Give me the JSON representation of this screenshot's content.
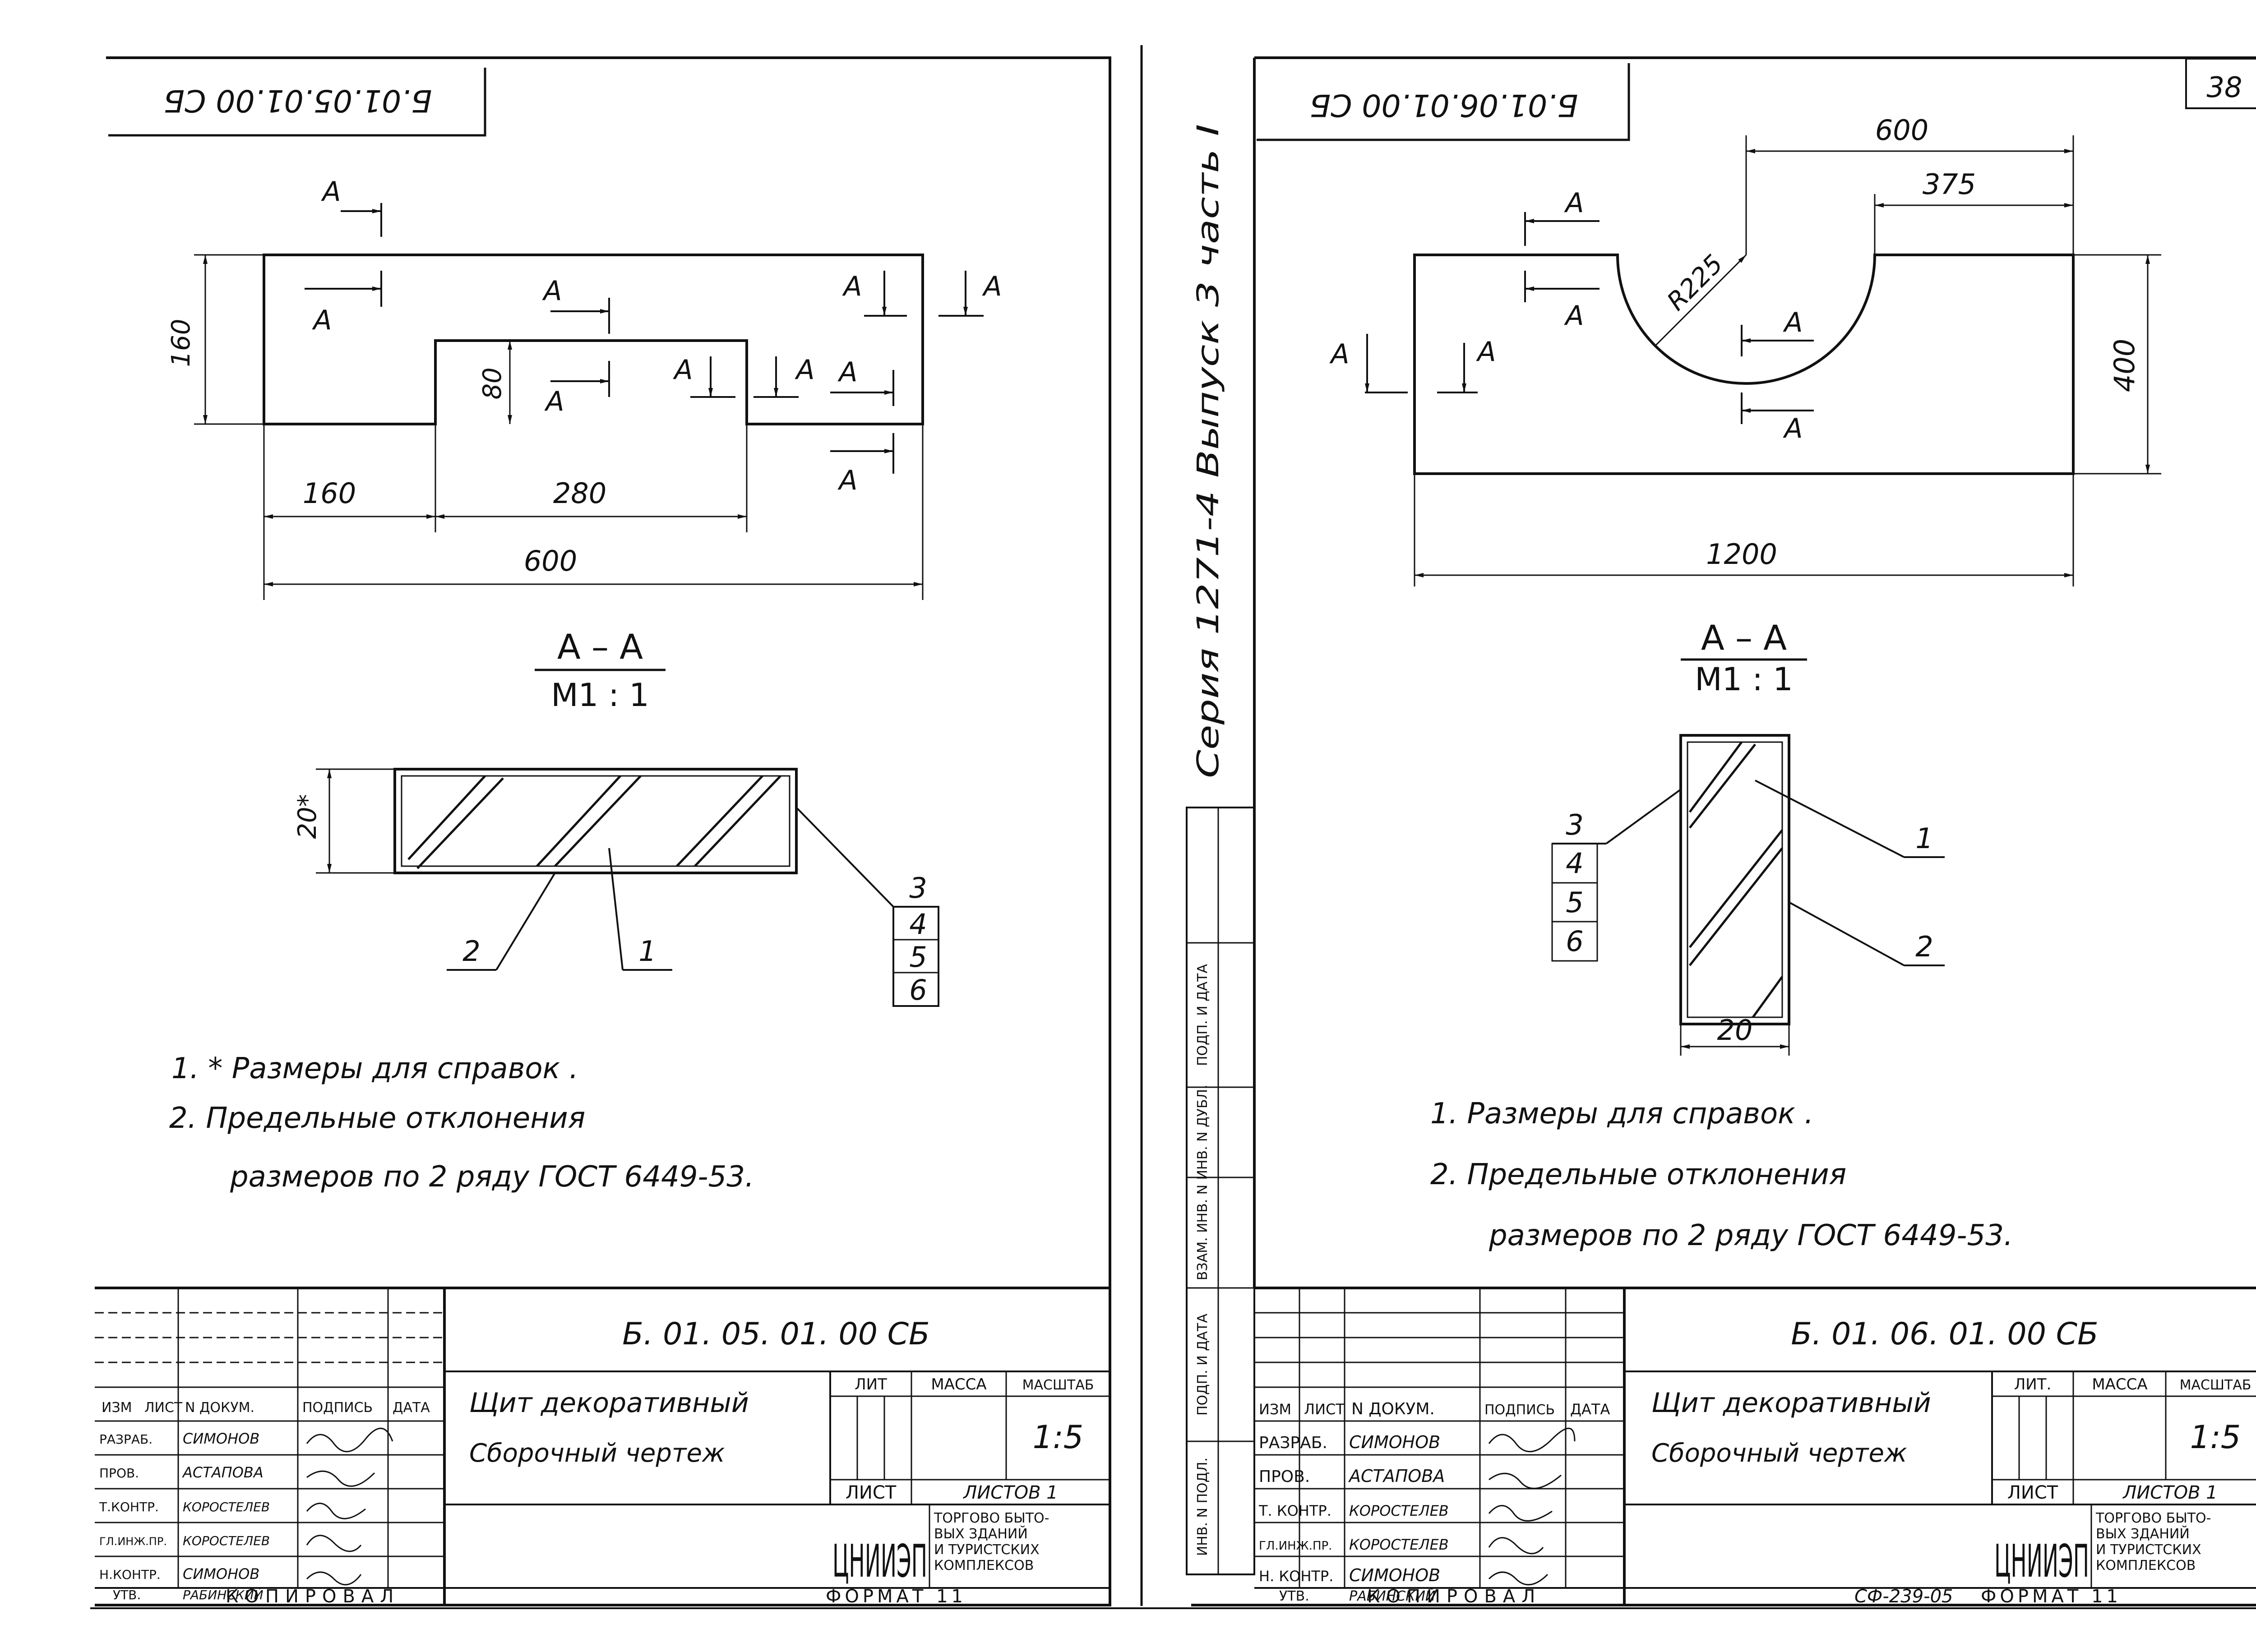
{
  "left_sheet": {
    "rotated_code": "Б.01.05.01.00 СБ",
    "dims": {
      "height": "160",
      "step": "80",
      "w1": "160",
      "w2": "280",
      "total": "600",
      "section_thk": "20*",
      "section_mark": "А"
    },
    "section_title": "А – А",
    "section_scale": "М1 : 1",
    "callouts": [
      "3",
      "4",
      "5",
      "6"
    ],
    "leaders": [
      "2",
      "1"
    ],
    "notes": [
      "1.  * Размеры для справок .",
      "2.   Предельные отклонения",
      "размеров по 2 ряду ГОСТ 6449-53."
    ],
    "title_block": {
      "code": "Б. 01. 05. 01. 00  СБ",
      "name_line1": "Щит декоративный",
      "name_line2": "Сборочный чертеж",
      "hdr_lit": "ЛИТ",
      "hdr_mass": "МАССА",
      "hdr_scale": "МАСШТАБ",
      "scale": "1:5",
      "sheet_label": "ЛИСТ",
      "sheets_label": "ЛИСТОВ 1",
      "org": "ЦНИИЭП",
      "org_desc": [
        "ТОРГОВО БЫТО-",
        "ВЫХ ЗДАНИЙ",
        "И ТУРИСТСКИХ",
        "КОМПЛЕКСОВ"
      ],
      "col_heads": [
        "ИЗМ",
        "ЛИСТ",
        "N ДОКУМ.",
        "ПОДПИСЬ",
        "ДАТА"
      ],
      "roles": [
        "РАЗРАБ.",
        "ПРОВ.",
        "Т.КОНТР.",
        "ГЛ.ИНЖ.ПР.",
        "Н.КОНТР.",
        "УТВ."
      ],
      "names": [
        "СИМОНОВ",
        "АСТАПОВА",
        "КОРОСТЕЛЕВ",
        "КОРОСТЕЛЕВ",
        "СИМОНОВ",
        "РАБИНСКИЙ"
      ],
      "copied": "КОПИРОВАЛ",
      "format": "ФОРМАТ 11"
    }
  },
  "right_sheet": {
    "rotated_code": "Б.01.06.01.00 СБ",
    "page_number": "38",
    "binding_text": "Серия 1271-4   Выпуск 3 часть I",
    "binding_fields": [
      "ИНВ. N ПОДЛ.",
      "ПОДП. И ДАТА",
      "ВЗАМ. ИНВ. N",
      "ИНВ. N ДУБЛ.",
      "ПОДП. И ДАТА"
    ],
    "dims": {
      "cut_width": "600",
      "cut_offset": "375",
      "radius": "R225",
      "height": "400",
      "total": "1200",
      "thk": "20",
      "section_mark": "А"
    },
    "section_title": "А – А",
    "section_scale": "М1 : 1",
    "callouts": [
      "3",
      "4",
      "5",
      "6"
    ],
    "leaders": [
      "1",
      "2"
    ],
    "notes": [
      "1.  Размеры для справок .",
      "2.  Предельные отклонения",
      "размеров по 2 ряду ГОСТ 6449-53."
    ],
    "title_block": {
      "code": "Б. 01. 06. 01. 00  СБ",
      "name_line1": "Щит декоративный",
      "name_line2": "Сборочный чертеж",
      "hdr_lit": "ЛИТ.",
      "hdr_mass": "МАССА",
      "hdr_scale": "МАСШТАБ",
      "scale": "1:5",
      "sheet_label": "ЛИСТ",
      "sheets_label": "ЛИСТОВ 1",
      "org": "ЦНИИЭП",
      "org_desc": [
        "ТОРГОВО БЫТО-",
        "ВЫХ ЗДАНИЙ",
        "И ТУРИСТСКИХ",
        "КОМПЛЕКСОВ"
      ],
      "col_heads": [
        "ИЗМ",
        "ЛИСТ",
        "N ДОКУМ.",
        "ПОДПИСЬ",
        "ДАТА"
      ],
      "roles": [
        "РАЗРАБ.",
        "ПРОВ.",
        "Т. КОНТР.",
        "ГЛ.ИНЖ.ПР.",
        "Н. КОНТР.",
        "УТВ."
      ],
      "names": [
        "СИМОНОВ",
        "АСТАПОВА",
        "КОРОСТЕЛЕВ",
        "КОРОСТЕЛЕВ",
        "СИМОНОВ",
        "РАБИНСКИЙ"
      ],
      "copied": "КОПИРОВАЛ",
      "order": "СФ-239-05",
      "format": "ФОРМАТ 11"
    }
  }
}
